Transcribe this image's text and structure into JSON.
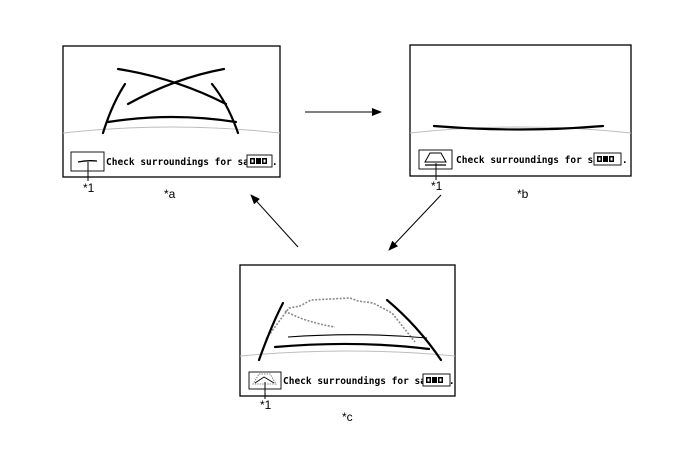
{
  "screens": {
    "a": {
      "label": "*a",
      "message": "Check surroundings for safety.",
      "callout": "*1"
    },
    "b": {
      "label": "*b",
      "message": "Check surroundings for safety.",
      "callout": "*1"
    },
    "c": {
      "label": "*c",
      "message": "Check surroundings for safety.",
      "callout": "*1"
    }
  },
  "icons": {
    "mode_button": "guide-line-mode-icon",
    "display_switch": "display-switch-icon"
  },
  "colors": {
    "lines": "#000000",
    "horizon": "#bdbdbd",
    "dashed_guide": "#8a8a8a"
  }
}
